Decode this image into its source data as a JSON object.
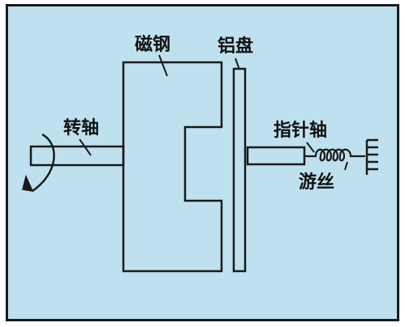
{
  "labels": {
    "magnet": "磁钢",
    "aluminum_disc": "铝盘",
    "rotating_shaft": "转轴",
    "pointer_shaft": "指针轴",
    "hairspring": "游丝"
  },
  "colors": {
    "background": "#bfe1ef",
    "stroke": "#1a1a1a"
  }
}
